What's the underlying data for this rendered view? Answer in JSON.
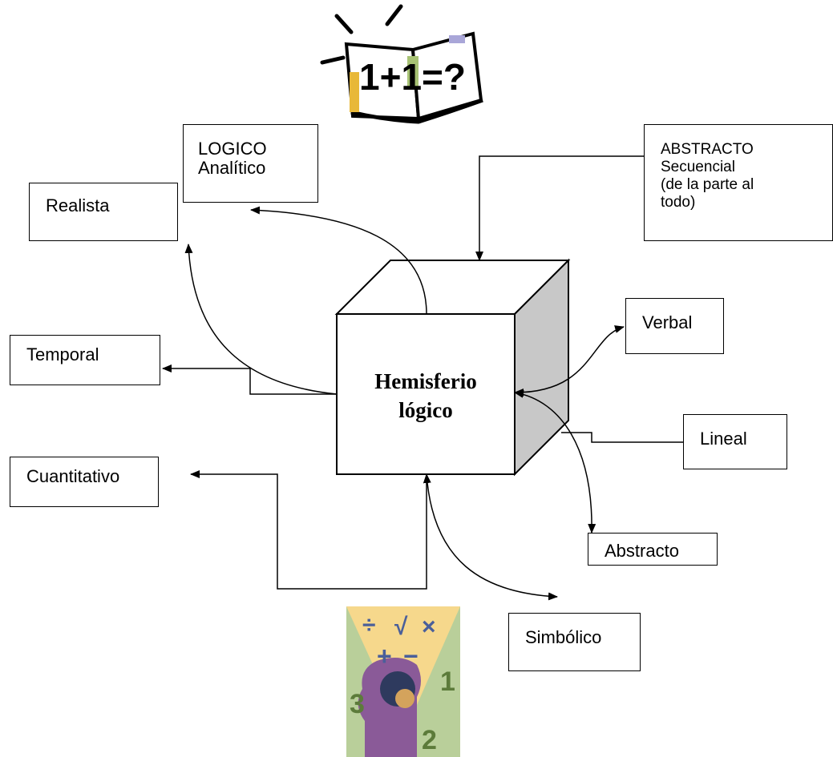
{
  "title": "Hemisferio lógico",
  "center": {
    "line1": "Hemisferio",
    "line2": "lógico"
  },
  "boxes": {
    "logico": "LOGICO\nAnalítico",
    "abstracto_sec": "ABSTRACTO\nSecuencial\n(de la parte al\ntodo)",
    "realista": "Realista",
    "temporal": "Temporal",
    "cuantitativo": "Cuantitativo",
    "verbal": "Verbal",
    "lineal": "Lineal",
    "abstracto": "Abstracto",
    "simbolico": "Simbólico"
  },
  "clipart": {
    "book_text": "1+1=?",
    "head_symbols": [
      "÷",
      "√",
      "×",
      "+",
      "−",
      "1",
      "2",
      "3"
    ]
  },
  "colors": {
    "cube_front": "#ffffff",
    "cube_side": "#c8c8c8",
    "head_bg": "#b9cf9a",
    "head_funnel": "#f6d88c",
    "head_face": "#8a5a98"
  }
}
